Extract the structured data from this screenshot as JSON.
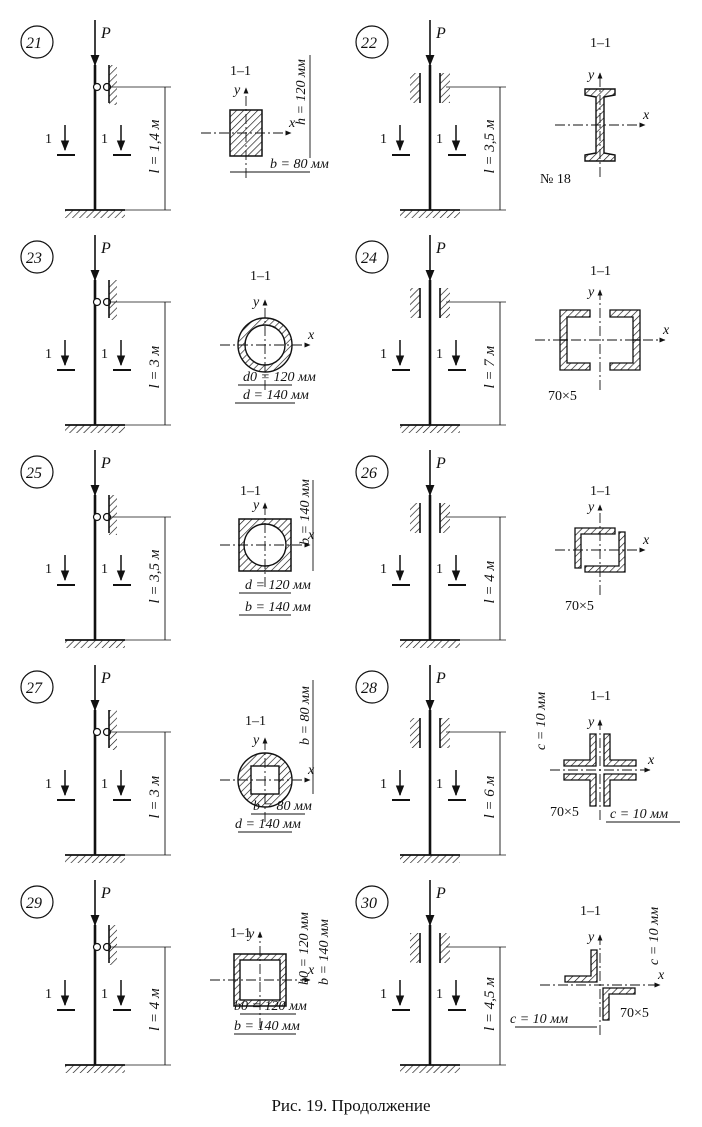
{
  "caption": "Рис. 19. Продолжение",
  "section_label": "1–1",
  "load_label": "P",
  "axis_x": "x",
  "axis_y": "y",
  "section_mark": "1",
  "problems": [
    {
      "num": "21",
      "length": "l = 1,4 м",
      "dims": [
        "h = 120 мм",
        "b = 80 мм"
      ]
    },
    {
      "num": "22",
      "length": "l = 3,5 м",
      "dims": [
        "№ 18"
      ]
    },
    {
      "num": "23",
      "length": "l = 3 м",
      "dims": [
        "d0 = 120 мм",
        "d = 140 мм"
      ]
    },
    {
      "num": "24",
      "length": "l = 7 м",
      "dims": [
        "70×5"
      ]
    },
    {
      "num": "25",
      "length": "l = 3,5 м",
      "dims": [
        "b = 140 мм",
        "d = 120 мм",
        "b = 140 мм"
      ]
    },
    {
      "num": "26",
      "length": "l = 4 м",
      "dims": [
        "70×5"
      ]
    },
    {
      "num": "27",
      "length": "l = 3 м",
      "dims": [
        "b = 80 мм",
        "b = 80 мм",
        "d = 140 мм"
      ]
    },
    {
      "num": "28",
      "length": "l = 6 м",
      "dims": [
        "c = 10 мм",
        "70×5",
        "c = 10 мм"
      ]
    },
    {
      "num": "29",
      "length": "l = 4 м",
      "dims": [
        "b0 = 120 мм",
        "b = 140 мм",
        "b0 = 120 мм",
        "b = 140 мм"
      ]
    },
    {
      "num": "30",
      "length": "l = 4,5 м",
      "dims": [
        "c = 10 мм",
        "c = 10 мм",
        "70×5"
      ]
    }
  ]
}
